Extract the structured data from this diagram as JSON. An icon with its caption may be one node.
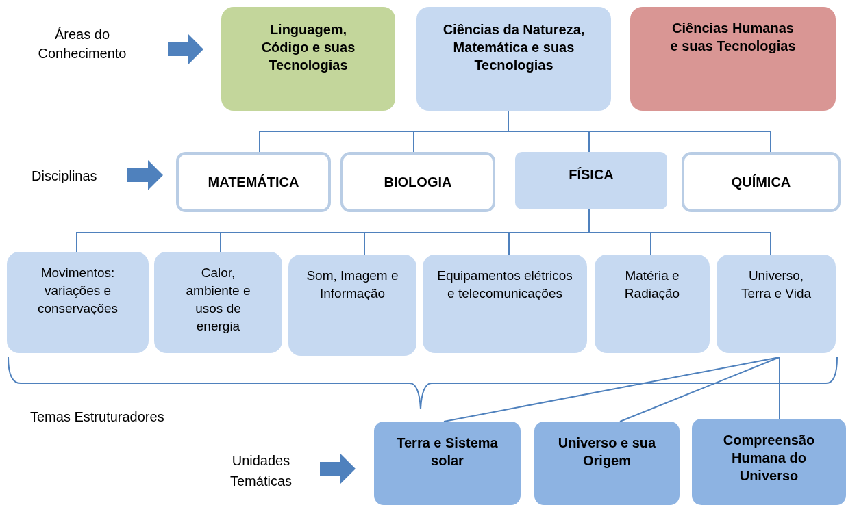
{
  "diagram": {
    "nodes": [
      {
        "text": [
          "Linguagem, Código e suas Tecnologias"
        ]
      },
      {
        "text": [
          "Ciências da Natureza, Matemática e suas Tecnologias"
        ]
      },
      {
        "text": [
          "Ciências Humanas e suas Tecnologias"
        ]
      },
      {
        "text": [
          "MATEMÁTICA"
        ]
      },
      {
        "text": [
          "BIOLOGIA"
        ]
      },
      {
        "text": [
          "FÍSICA"
        ]
      },
      {
        "text": [
          "QUÍMICA"
        ]
      },
      {
        "text": [
          "Movimentos: variações e conservações"
        ]
      },
      {
        "text": [
          "Calor, ambiente e usos de energia"
        ]
      },
      {
        "text": [
          "Som, Imagem e Informação"
        ]
      },
      {
        "text": [
          "Equipamentos elétricos e telecomunicações"
        ]
      },
      {
        "text": [
          "Matéria e Radiação"
        ]
      },
      {
        "text": [
          "Universo, Terra e Vida"
        ]
      },
      {
        "text": [
          "Terra e Sistema solar"
        ]
      },
      {
        "text": [
          "Universo e sua Origem"
        ]
      },
      {
        "text": [
          "Compreensão Humana do Universo"
        ]
      }
    ],
    "edges": [
      {
        "from": 1,
        "to": 3,
        "arrow": "none"
      },
      {
        "from": 1,
        "to": 4,
        "arrow": "none"
      },
      {
        "from": 1,
        "to": 5,
        "arrow": "none"
      },
      {
        "from": 1,
        "to": 6,
        "arrow": "none"
      },
      {
        "from": 5,
        "to": 7,
        "arrow": "none"
      },
      {
        "from": 5,
        "to": 8,
        "arrow": "none"
      },
      {
        "from": 5,
        "to": 9,
        "arrow": "none"
      },
      {
        "from": 5,
        "to": 10,
        "arrow": "none"
      },
      {
        "from": 5,
        "to": 11,
        "arrow": "none"
      },
      {
        "from": 5,
        "to": 12,
        "arrow": "none"
      },
      {
        "from": 12,
        "to": 13,
        "arrow": "none"
      },
      {
        "from": 12,
        "to": 14,
        "arrow": "none"
      },
      {
        "from": 12,
        "to": 15,
        "arrow": "none"
      }
    ],
    "labels": [
      "Áreas do Conhecimento",
      "Disciplinas",
      "Temas Estruturadores",
      "Unidades Temáticas"
    ]
  }
}
